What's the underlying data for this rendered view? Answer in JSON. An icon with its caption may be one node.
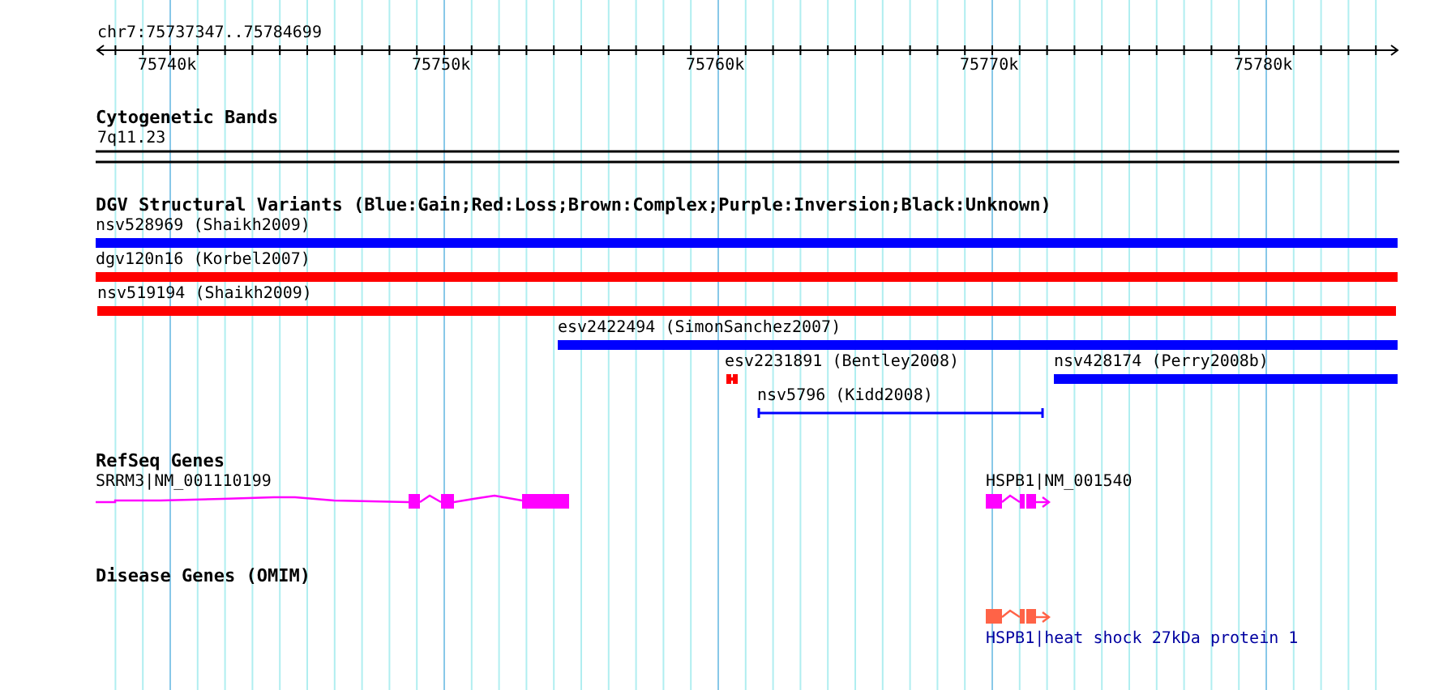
{
  "diagram": {
    "nodes": [
      {
        "text": [
          "nsv528969 (Shaikh2009)"
        ]
      },
      {
        "text": [
          "dgv120n16 (Korbel2007)"
        ]
      },
      {
        "text": [
          "nsv519194 (Shaikh2009)"
        ]
      },
      {
        "text": [
          "esv2422494 (SimonSanchez2007)"
        ]
      },
      {
        "text": [
          "esv2231891 (Bentley2008)"
        ]
      },
      {
        "text": [
          "nsv428174 (Perry2008b)"
        ]
      },
      {
        "text": [
          "nsv5796 (Kidd2008)"
        ]
      },
      {
        "text": [
          "SRRM3|NM_001110199"
        ]
      },
      {
        "text": [
          "HSPB1|NM_001540"
        ]
      },
      {
        "text": [
          "HSPB1|heat shock 27kDa protein 1"
        ]
      }
    ],
    "labels": [
      "chr7:75737347..75784699",
      "75740k",
      "75750k",
      "75760k",
      "75770k",
      "75780k",
      "Cytogenetic Bands",
      "7q11.23",
      "DGV Structural Variants (Blue:Gain;Red:Loss;Brown:Complex;Purple:Inversion;Black:Unknown)",
      "RefSeq Genes",
      "Disease Genes (OMIM)"
    ]
  }
}
